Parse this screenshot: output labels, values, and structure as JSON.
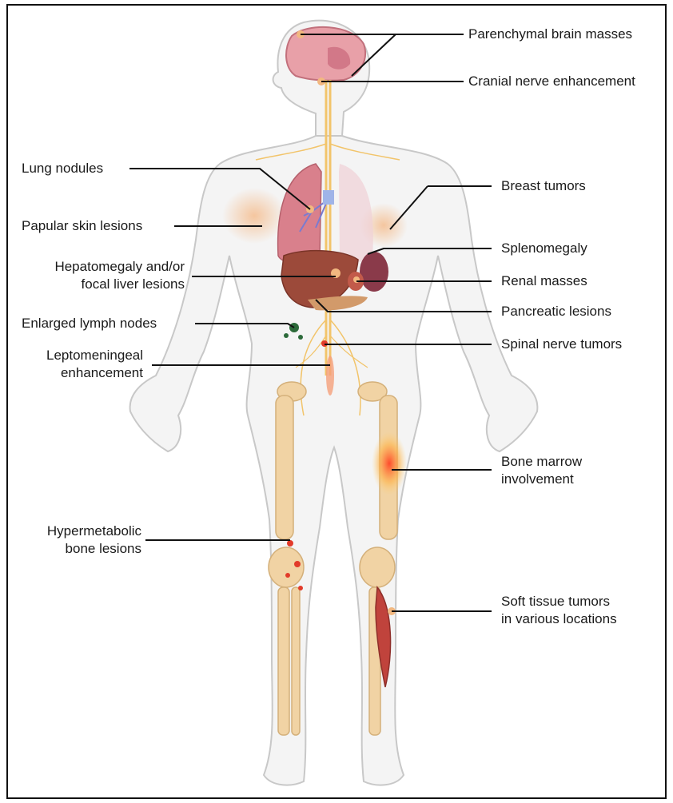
{
  "labels": {
    "parenchymal_brain": "Parenchymal brain masses",
    "cranial_nerve": "Cranial nerve enhancement",
    "lung_nodules": "Lung nodules",
    "breast_tumors": "Breast tumors",
    "papular_skin": "Papular skin lesions",
    "splenomegaly": "Splenomegaly",
    "hepatomegaly_line1": "Hepatomegaly and/or",
    "hepatomegaly_line2": "focal liver lesions",
    "renal_masses": "Renal masses",
    "pancreatic": "Pancreatic lesions",
    "lymph_nodes": "Enlarged lymph nodes",
    "spinal_nerve": "Spinal nerve tumors",
    "leptomeningeal_line1": "Leptomeningeal",
    "leptomeningeal_line2": "enhancement",
    "bone_marrow_line1": "Bone marrow",
    "bone_marrow_line2": "involvement",
    "hypermetabolic_line1": "Hypermetabolic",
    "hypermetabolic_line2": "bone lesions",
    "soft_tissue_line1": "Soft tissue tumors",
    "soft_tissue_line2": "in various locations"
  },
  "colors": {
    "body_outline": "#c8c8c8",
    "body_fill": "#f4f4f4",
    "bone": "#f1d3a4",
    "nerve": "#f2c46a",
    "lung": "#d9808c",
    "liver": "#9c4a3a",
    "muscle": "#c0433c",
    "lesion": "#e23b2a",
    "leader": "#111111"
  }
}
